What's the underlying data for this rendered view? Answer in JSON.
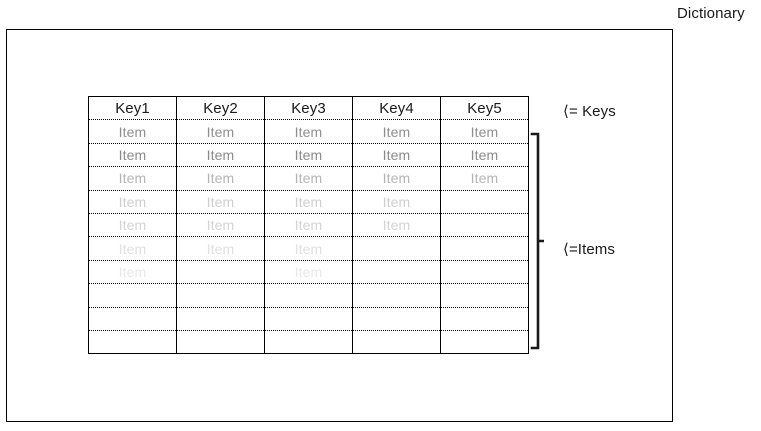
{
  "diagram": {
    "title": "Dictionary",
    "keys_annotation": "⟨= Keys",
    "items_annotation": "⟨=Items"
  },
  "table": {
    "headers": [
      "Key1",
      "Key2",
      "Key3",
      "Key4",
      "Key5"
    ],
    "item_label": "Item",
    "row_count": 10,
    "column_count": 5,
    "items_per_column": [
      7,
      6,
      7,
      5,
      3
    ],
    "rows": [
      [
        "Item",
        "Item",
        "Item",
        "Item",
        "Item"
      ],
      [
        "Item",
        "Item",
        "Item",
        "Item",
        "Item"
      ],
      [
        "Item",
        "Item",
        "Item",
        "Item",
        "Item"
      ],
      [
        "Item",
        "Item",
        "Item",
        "Item",
        ""
      ],
      [
        "Item",
        "Item",
        "Item",
        "Item",
        ""
      ],
      [
        "Item",
        "Item",
        "Item",
        "",
        ""
      ],
      [
        "Item",
        "",
        "Item",
        "",
        ""
      ],
      [
        "",
        "",
        "",
        "",
        ""
      ],
      [
        "",
        "",
        "",
        "",
        ""
      ],
      [
        "",
        "",
        "",
        "",
        ""
      ]
    ]
  },
  "colors": {
    "frame_border": "#000000",
    "header_text": "#1a1a1a",
    "item_text": "#8f8f8f",
    "annotation_text": "#1a1a1a",
    "background": "#ffffff"
  }
}
